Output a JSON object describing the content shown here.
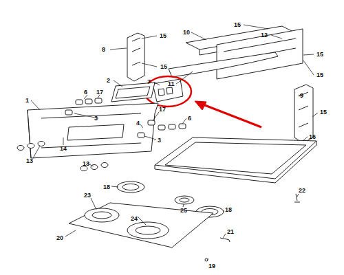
{
  "diagram": {
    "labels": [
      "15",
      "8",
      "15",
      "10",
      "15",
      "12",
      "15",
      "15",
      "11",
      "7",
      "2",
      "6",
      "17",
      "9",
      "1",
      "3",
      "17",
      "6",
      "4",
      "3",
      "15",
      "16",
      "14",
      "13",
      "13",
      "18",
      "23",
      "25",
      "18",
      "22",
      "24",
      "20",
      "21",
      "19"
    ]
  }
}
